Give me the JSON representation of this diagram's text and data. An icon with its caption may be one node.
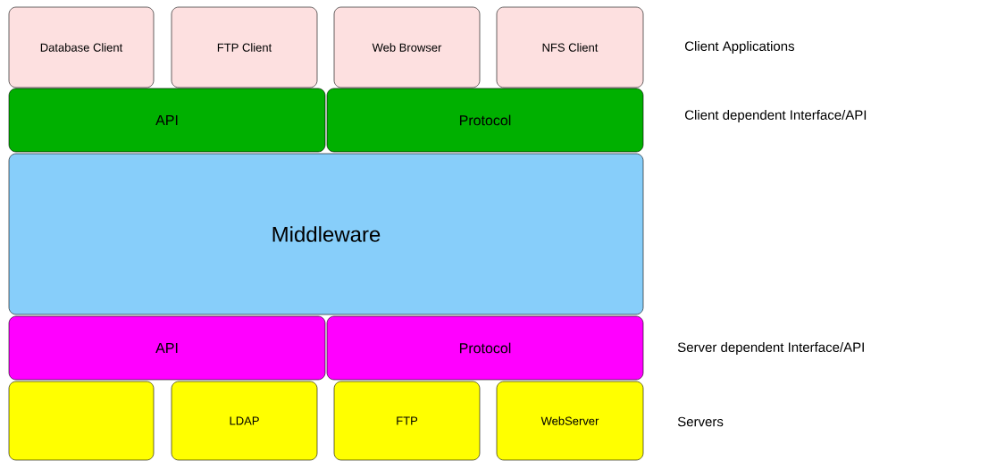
{
  "diagram": {
    "nodes": [
      {
        "text": [
          "Database Client"
        ]
      },
      {
        "text": [
          "FTP Client"
        ]
      },
      {
        "text": [
          "Web Browser"
        ]
      },
      {
        "text": [
          "NFS Client"
        ]
      },
      {
        "text": [
          "API"
        ]
      },
      {
        "text": [
          "Protocol"
        ]
      },
      {
        "text": [
          "Middleware"
        ]
      },
      {
        "text": [
          "API"
        ]
      },
      {
        "text": [
          "Protocol"
        ]
      },
      {
        "text": [],
        "shape": "box"
      },
      {
        "text": [
          "LDAP"
        ]
      },
      {
        "text": [
          "FTP"
        ]
      },
      {
        "text": [
          "WebServer"
        ]
      }
    ],
    "labels": [
      "Client Applications",
      "Client dependent Interface/API",
      "Server dependent Interface/API",
      "Servers"
    ]
  }
}
